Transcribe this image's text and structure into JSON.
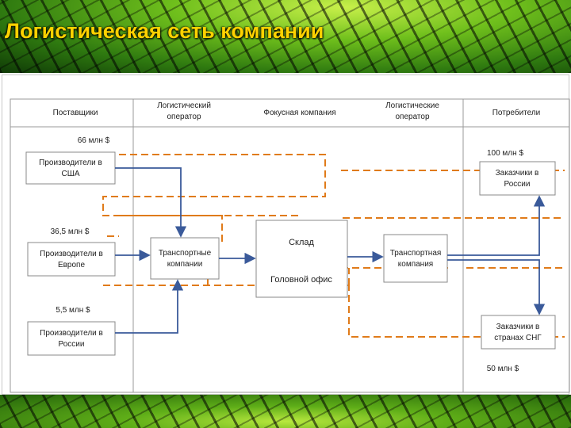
{
  "title": "Логистическая сеть компании",
  "columns": {
    "suppliers": "Поставщики",
    "log_op_left_1": "Логистический",
    "log_op_left_2": "оператор",
    "focus": "Фокусная компания",
    "log_op_right_1": "Логистические",
    "log_op_right_2": "оператор",
    "consumers": "Потребители"
  },
  "amounts": {
    "usa": "66 млн $",
    "europe": "36,5 млн $",
    "russia": "5,5 млн $",
    "cust_russia": "100 млн $",
    "cust_cis": "50 млн $"
  },
  "boxes": {
    "usa_1": "Производители в",
    "usa_2": "США",
    "europe_1": "Производители в",
    "europe_2": "Европе",
    "russia_1": "Производители в",
    "russia_2": "России",
    "transport_left_1": "Транспортные",
    "transport_left_2": "компании",
    "warehouse": "Склад",
    "head_office": "Головной офис",
    "transport_right_1": "Транспортная",
    "transport_right_2": "компания",
    "cust_russia_1": "Заказчики в",
    "cust_russia_2": "России",
    "cust_cis_1": "Заказчики в",
    "cust_cis_2": "странах СНГ"
  },
  "colors": {
    "title": "#ffd200",
    "arrow": "#3a5a9a",
    "dashed": "#e07b1a",
    "grid": "#9a9a9a"
  }
}
